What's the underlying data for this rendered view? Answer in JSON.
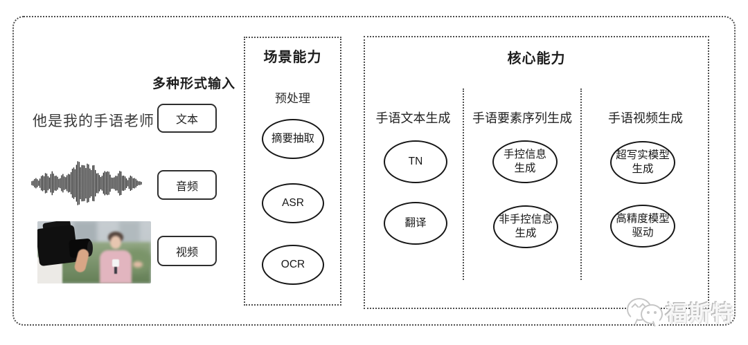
{
  "inputs": {
    "heading": "多种形式输入",
    "text_sample": "他是我的手语老师",
    "types": [
      "文本",
      "音频",
      "视频"
    ]
  },
  "scene": {
    "title": "场景能力",
    "stage_label": "预处理",
    "nodes": [
      "摘要抽取",
      "ASR",
      "OCR"
    ]
  },
  "core": {
    "title": "核心能力",
    "columns": [
      {
        "label": "手语文本生成",
        "nodes": [
          "TN",
          "翻译"
        ]
      },
      {
        "label": "手语要素序列生成",
        "nodes": [
          "手控信息\n生成",
          "非手控信息\n生成"
        ]
      },
      {
        "label": "手语视频生成",
        "nodes": [
          "超写实模型\n生成",
          "高精度模型\n驱动"
        ]
      }
    ]
  },
  "watermark": {
    "label": "福斯特",
    "icon": "wechat-bubbles"
  },
  "colors": {
    "border_dotted": "#4b4b4b",
    "ellipse_stroke": "#161616",
    "text": "#222222",
    "watermark_gray": "#c6c6c6"
  }
}
